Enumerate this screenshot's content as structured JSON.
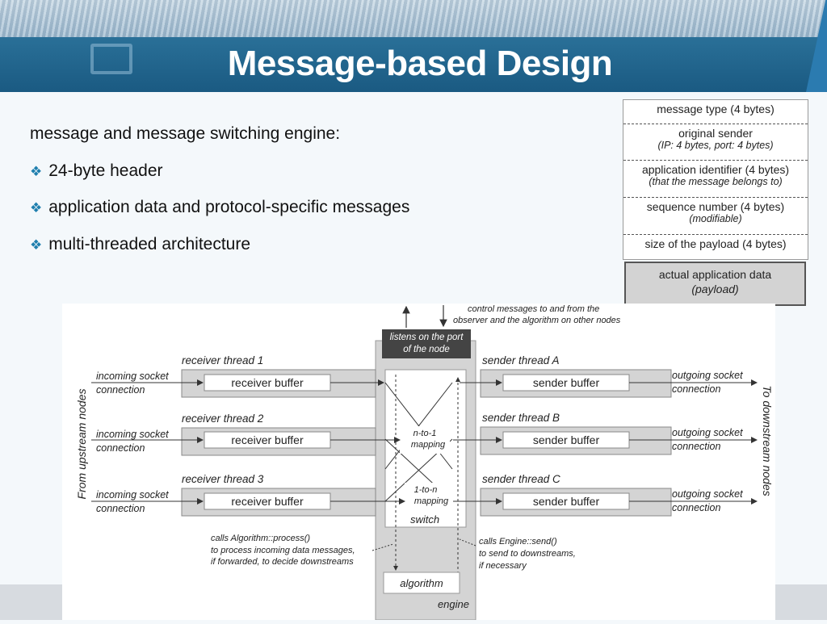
{
  "slide": {
    "title": "Message-based Design",
    "intro": "message and message switching engine:",
    "bullets": [
      "24-byte header",
      "application data and protocol-specific messages",
      "multi-threaded architecture"
    ]
  },
  "header_table": {
    "rows": [
      {
        "label": "message type (4 bytes)",
        "sub": ""
      },
      {
        "label": "original sender",
        "sub": "(IP: 4 bytes, port: 4 bytes)"
      },
      {
        "label": "application identifier (4 bytes)",
        "sub": "(that the message belongs to)"
      },
      {
        "label": "sequence number (4 bytes)",
        "sub": "(modifiable)"
      },
      {
        "label": "size of the payload (4 bytes)",
        "sub": ""
      }
    ],
    "payload": {
      "label": "actual application data",
      "sub": "(payload)"
    }
  },
  "engine_diagram": {
    "control_note": [
      "control messages to and from the",
      "observer and the algorithm on other nodes"
    ],
    "listen_box": [
      "listens on the port",
      "of the node"
    ],
    "left_side_label": "From upstream nodes",
    "right_side_label": "To downstream nodes",
    "receiver_threads": [
      {
        "name": "receiver thread 1",
        "buffer": "receiver buffer"
      },
      {
        "name": "receiver thread 2",
        "buffer": "receiver buffer"
      },
      {
        "name": "receiver thread 3",
        "buffer": "receiver buffer"
      }
    ],
    "sender_threads": [
      {
        "name": "sender thread A",
        "buffer": "sender buffer"
      },
      {
        "name": "sender thread B",
        "buffer": "sender buffer"
      },
      {
        "name": "sender thread C",
        "buffer": "sender buffer"
      }
    ],
    "incoming_label": [
      "incoming socket",
      "connection"
    ],
    "outgoing_label": [
      "outgoing socket",
      "connection"
    ],
    "mapping_n1": [
      "n-to-1",
      "mapping"
    ],
    "mapping_1n": [
      "1-to-n",
      "mapping"
    ],
    "switch_label": "switch",
    "algorithm_label": "algorithm",
    "engine_label": "engine",
    "process_note": [
      "calls Algorithm::process()",
      "to process incoming data messages,",
      "if forwarded, to decide downstreams"
    ],
    "send_note": [
      "calls Engine::send()",
      "to send to downstreams,",
      "if necessary"
    ]
  }
}
